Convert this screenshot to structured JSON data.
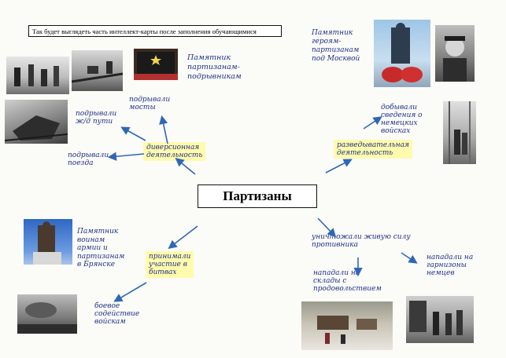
{
  "caption": "Так будет выглядеть часть интеллект-карты после заполнения обучающимися",
  "center_title": "Партизаны",
  "notes": {
    "monument_partisans_heroes": "Памятник\nпартизанам-\nподрывникам",
    "blew_bridges": "подрывали\nмосты",
    "blew_railways": "подрывали\nж/д пути",
    "blew_trains": "подрывали\nпоезда",
    "diversion_activity": "диверсионная\nдеятельность",
    "monument_moscow": "Памятник\nгероям-\nпартизанам\nпод Москвой",
    "intel_data": "добывали\nсведения о\nнемецких\nвойсках",
    "reconnaissance": "разведывательная\nдеятельность",
    "monument_bryansk": "Памятник\nвоинам\nармии и\nпартизанам\nв Брянске",
    "battles": "принимали\nучастие в\nбитвах",
    "cooperation": "боевое\nсодействие\nвойскам",
    "destroyed_manpower": "уничтожали живую силу\nпротивника",
    "attacked_garrisons": "нападали на\nгарнизоны\nнемцев",
    "attacked_dumps": "нападали на\nсклады с\nпродовольствием"
  },
  "images": [
    {
      "name": "soldiers-photo"
    },
    {
      "name": "rail-sabotage-photo"
    },
    {
      "name": "monument-partisans-photo"
    },
    {
      "name": "train-wreck-photo"
    },
    {
      "name": "moscow-monument-photo"
    },
    {
      "name": "partisan-portrait-photo"
    },
    {
      "name": "forest-partisans-photo"
    },
    {
      "name": "bryansk-monument-photo"
    },
    {
      "name": "battle-photo"
    },
    {
      "name": "winter-painting-photo"
    },
    {
      "name": "village-photo"
    }
  ],
  "colors": {
    "ink": "#1f2f86",
    "highlight": "#fffaa0",
    "arrow": "#2f66b8"
  }
}
